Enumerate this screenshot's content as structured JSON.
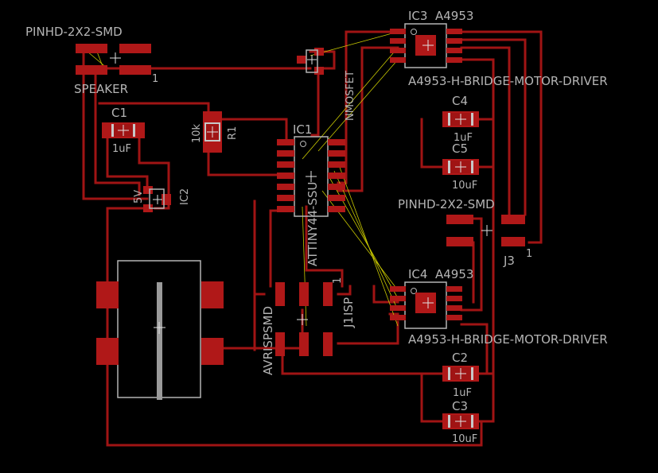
{
  "colors": {
    "background": "#000000",
    "copper_top": "#a01414",
    "silkscreen": "#b4b4b4",
    "airwire": "#c8c800"
  },
  "labels": {
    "pinhd_top_name": "PINHD-2X2-SMD",
    "speaker": "SPEAKER",
    "speaker_pin1": "1",
    "c1_name": "C1",
    "c1_value": "1uF",
    "r1_name": "R1",
    "r1_value": "10k",
    "ic2_name": "IC2",
    "ic2_value": "5V",
    "nmosfet": "NMOSFET",
    "ic1_name": "IC1",
    "ic1_value": "ATTINY44-SSU",
    "ic3_name": "IC3",
    "ic3_part": "A4953",
    "ic3_value": "A4953-H-BRIDGE-MOTOR-DRIVER",
    "c4_name": "C4",
    "c4_value": "1uF",
    "c5_name": "C5",
    "c5_value": "10uF",
    "pinhd_right_name": "PINHD-2X2-SMD",
    "j3_name": "J3",
    "j3_pin1": "1",
    "ic4_name": "IC4",
    "ic4_part": "A4953",
    "ic4_value": "A4953-H-BRIDGE-MOTOR-DRIVER",
    "c2_name": "C2",
    "c2_value": "1uF",
    "c3_name": "C3",
    "c3_value": "10uF",
    "j1_name": "J1",
    "j1_value": "ISP",
    "j1_pin1": "1",
    "avrisp": "AVRISPSMD"
  }
}
